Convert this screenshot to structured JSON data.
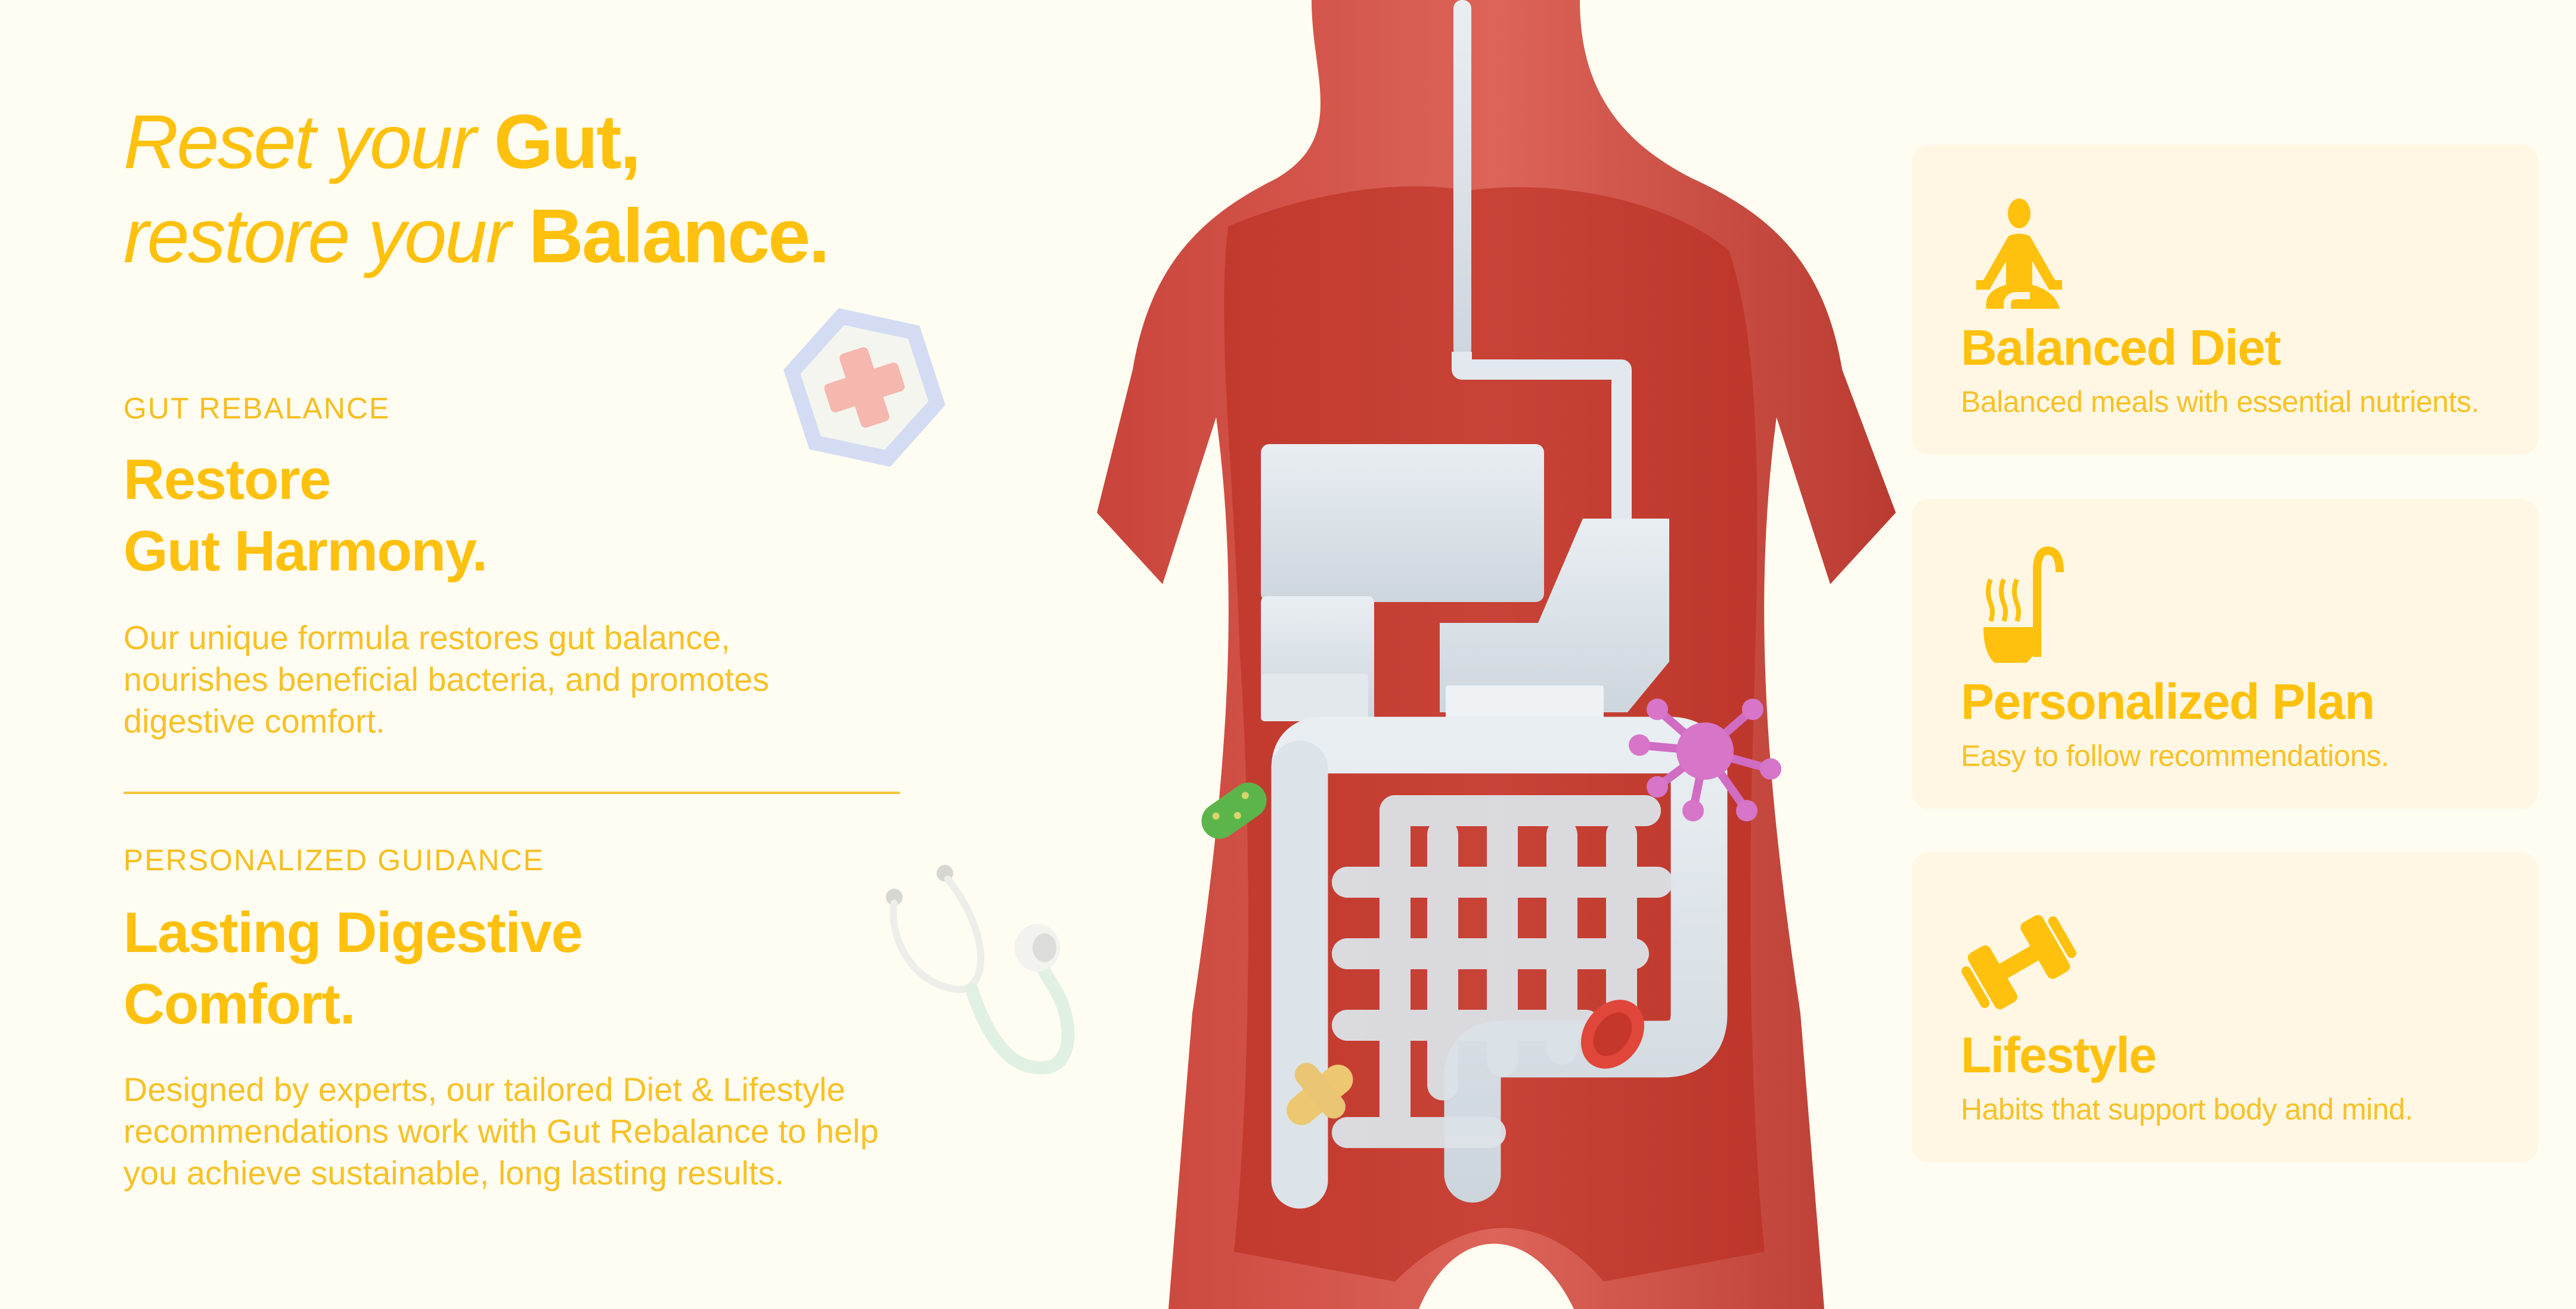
{
  "colors": {
    "background": "#FFFDF1",
    "accent": "#FFC10E",
    "text": "#F8C127",
    "card_bg": "#FFF7E3",
    "divider": "#F4C53C",
    "body_red": "#D9574A",
    "organ_white": "#DDE4EA"
  },
  "hero": {
    "line1_light": "Reset your ",
    "line1_bold": "Gut,",
    "line2_light": "restore your ",
    "line2_bold": "Balance."
  },
  "sections": [
    {
      "eyebrow": "GUT REBALANCE",
      "title_line1": "Restore",
      "title_line2": "Gut Harmony.",
      "body": "Our unique formula restores gut balance, nourishes beneficial bacteria, and promotes digestive comfort."
    },
    {
      "eyebrow": "PERSONALIZED GUIDANCE",
      "title_line1": "Lasting Digestive",
      "title_line2": "Comfort.",
      "body": "Designed by experts, our tailored Diet & Lifestyle recommendations work with Gut Rebalance to help you achieve sustainable, long lasting results."
    }
  ],
  "illustration": {
    "subject": "3D human torso cutaway showing digestive system as pipes",
    "decorations": [
      "medical-cross-hexagon-badge",
      "stethoscope",
      "green-bacterium",
      "pink-virus",
      "yellow-bacteria-cluster",
      "red-blood-cell"
    ]
  },
  "cards": [
    {
      "icon": "meditation-icon",
      "title": "Balanced Diet",
      "description": "Balanced meals with essential nutrients."
    },
    {
      "icon": "ladle-soup-icon",
      "title": "Personalized Plan",
      "description": "Easy to follow recommendations."
    },
    {
      "icon": "dumbbell-icon",
      "title": "Lifestyle",
      "description": "Habits that support body and mind."
    }
  ]
}
